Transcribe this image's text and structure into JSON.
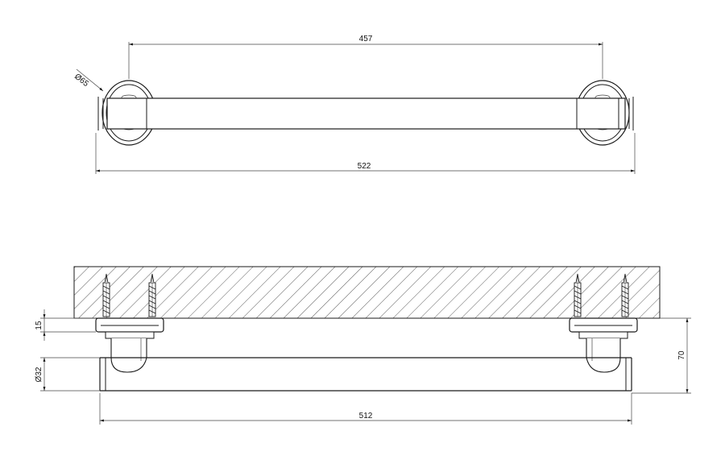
{
  "top_view": {
    "dim_center_distance": "457",
    "dim_rosette_diameter": "Ø65",
    "dim_overall_length": "522"
  },
  "side_view": {
    "dim_rosette_thickness": "15",
    "dim_tube_diameter": "Ø32",
    "dim_projection": "70",
    "dim_tube_length": "512"
  }
}
